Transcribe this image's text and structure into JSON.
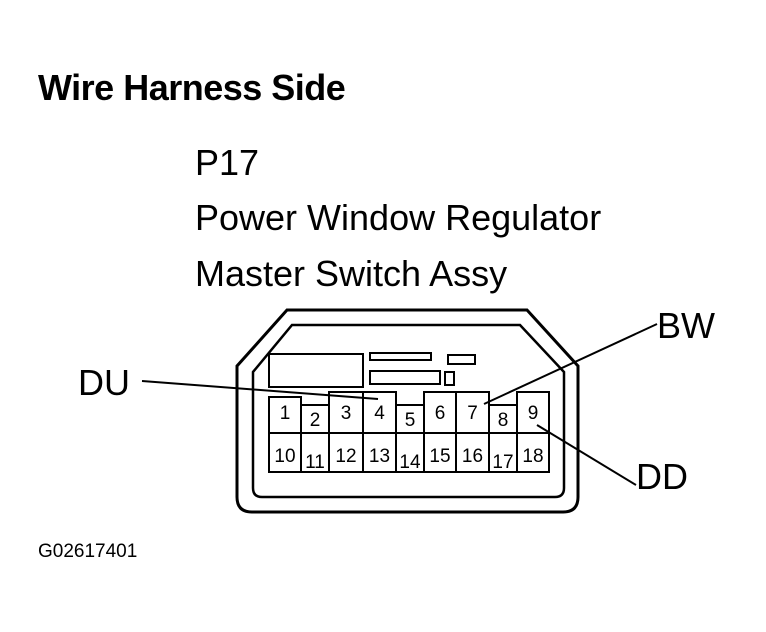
{
  "header": {
    "title": "Wire Harness Side",
    "connector_code": "P17",
    "component_line1": "Power Window Regulator",
    "component_line2": "Master Switch Assy"
  },
  "connector": {
    "top_row": [
      "1",
      "2",
      "3",
      "4",
      "5",
      "6",
      "7",
      "8",
      "9"
    ],
    "bottom_row": [
      "10",
      "11",
      "12",
      "13",
      "14",
      "15",
      "16",
      "17",
      "18"
    ]
  },
  "callouts": {
    "du": "DU",
    "bw": "BW",
    "dd": "DD"
  },
  "figure_id": "G02617401"
}
